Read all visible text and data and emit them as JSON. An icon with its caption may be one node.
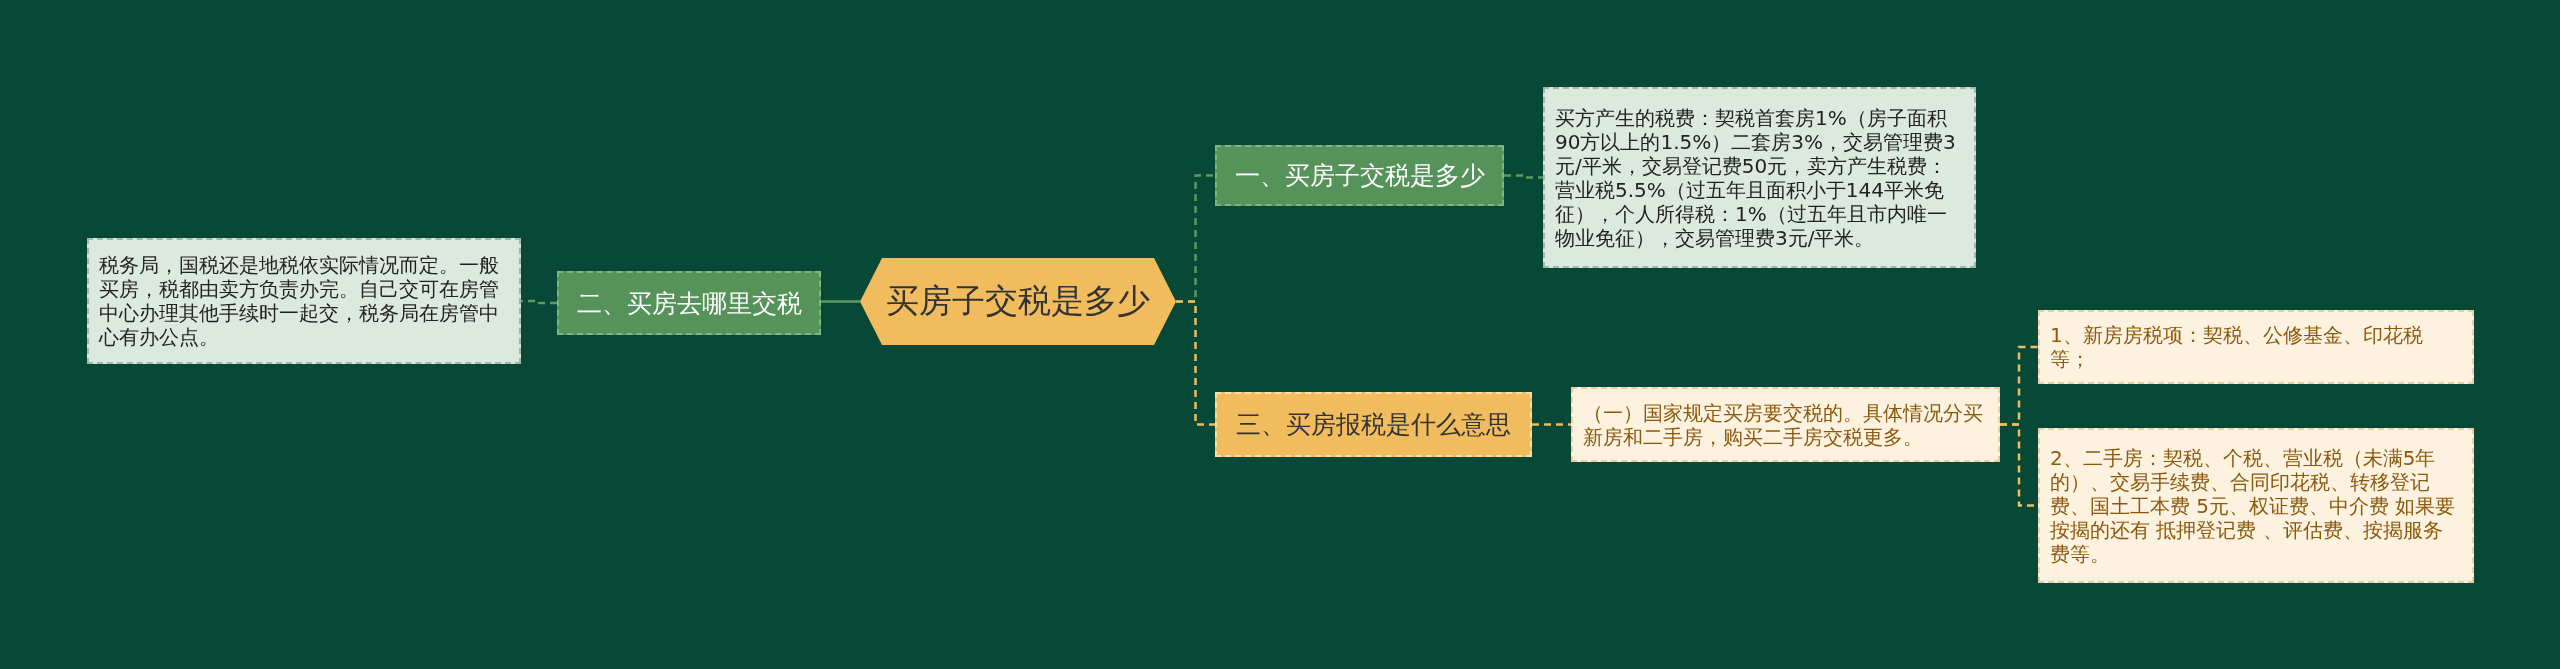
{
  "diagram": {
    "nodes": [
      {
        "text": [
          "买房子交税是多少"
        ]
      },
      {
        "text": [
          "一、买房子交税是多少"
        ]
      },
      {
        "text": [
          "买方产生的税费：契税首套房1%（房子面积90方以上的1.5%）二套房3%，交易管理费3元/平米，交易登记费50元，卖方产生税费：营业税5.5%（过五年且面积小于144平米免征），个人所得税：1%（过五年且市内唯一物业免征），交易管理费3元/平米。"
        ]
      },
      {
        "text": [
          "二、买房去哪里交税"
        ]
      },
      {
        "text": [
          "税务局，国税还是地税依实际情况而定。一般买房，税都由卖方负责办完。自己交可在房管中心办理其他手续时一起交，税务局在房管中心有办公点。"
        ]
      },
      {
        "text": [
          "三、买房报税是什么意思"
        ]
      },
      {
        "text": [
          "（一）国家规定买房要交税的。具体情况分买新房和二手房，购买二手房交税更多。"
        ]
      },
      {
        "text": [
          "1、新房房税项：契税、公修基金、印花税等；"
        ]
      },
      {
        "text": [
          "2、二手房：契税、个税、营业税（未满5年的）、交易手续费、合同印花税、转移登记费、国土工本费 5元、权证费、中介费 如果要按揭的还有 抵押登记费 、评估费、按揭服务费等。"
        ]
      }
    ],
    "edges": [
      {
        "from": 0,
        "to": 1,
        "arrow": "none",
        "style": "dashed",
        "color": "#5b9a63"
      },
      {
        "from": 0,
        "to": 3,
        "arrow": "none",
        "color": "#5b9a63"
      },
      {
        "from": 0,
        "to": 5,
        "arrow": "none",
        "style": "dashed",
        "color": "#f0bc5e"
      },
      {
        "from": 1,
        "to": 2,
        "arrow": "none",
        "style": "dashed",
        "color": "#5b9a63"
      },
      {
        "from": 3,
        "to": 4,
        "arrow": "none",
        "style": "dashed",
        "color": "#5b9a63"
      },
      {
        "from": 5,
        "to": 6,
        "arrow": "none",
        "style": "dashed",
        "color": "#f0bc5e"
      },
      {
        "from": 6,
        "to": 7,
        "arrow": "none",
        "style": "dashed",
        "color": "#f0bc5e"
      },
      {
        "from": 6,
        "to": 8,
        "arrow": "none",
        "style": "dashed",
        "color": "#f0bc5e"
      }
    ]
  }
}
